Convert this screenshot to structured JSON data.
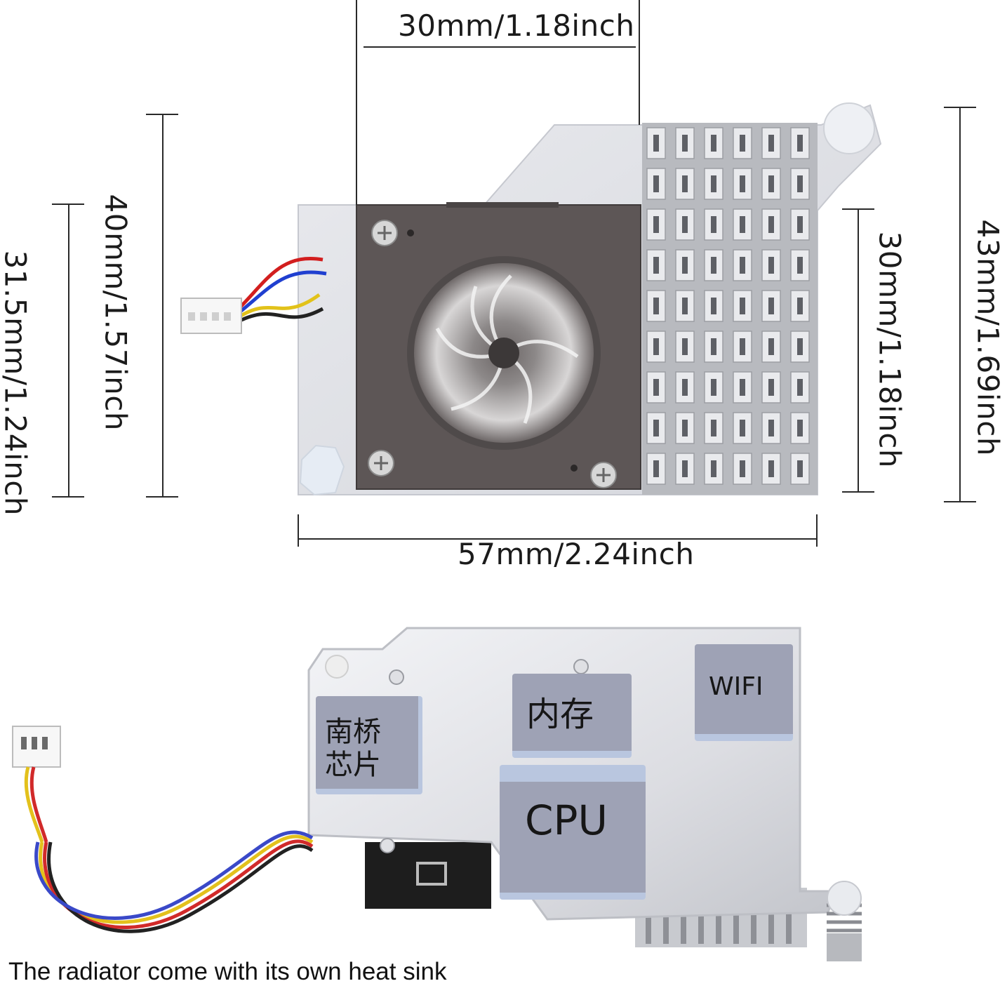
{
  "dimensions": {
    "top_width": "30mm/1.18inch",
    "total_width": "57mm/2.24inch",
    "left_outer_height": "31.5mm/1.24inch",
    "left_inner_height": "40mm/1.57inch",
    "right_inner_height": "30mm/1.18inch",
    "right_outer_height": "43mm/1.69inch"
  },
  "thermal_pads": {
    "southbridge": [
      "南桥",
      "芯片"
    ],
    "memory": "内存",
    "wifi": "WIFI",
    "cpu": "CPU"
  },
  "caption": "The radiator come with its own heat sink",
  "colors": {
    "fan_body": "#5d5656",
    "aluminum": "#d9dadf",
    "pad": "#9ea2b5",
    "pad_edge": "#b9c6df"
  }
}
